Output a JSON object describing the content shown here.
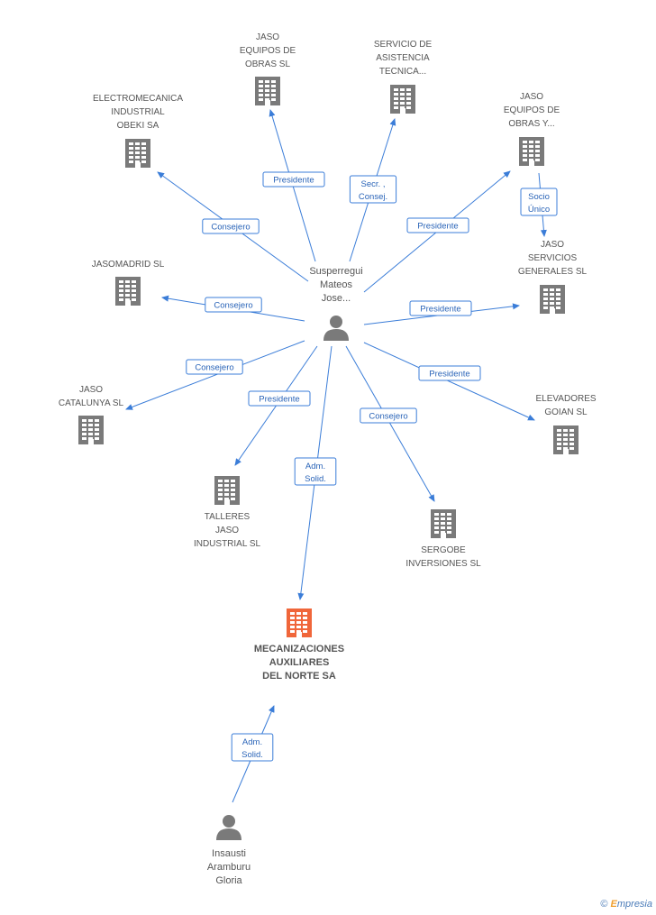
{
  "nodes": [
    {
      "id": "electromecanica",
      "kind": "company",
      "label": [
        "ELECTROMECANICA",
        "INDUSTRIAL",
        "OBEKI SA"
      ]
    },
    {
      "id": "jaso_equipos",
      "kind": "company",
      "label": [
        "JASO",
        "EQUIPOS DE",
        "OBRAS SL"
      ]
    },
    {
      "id": "servicio",
      "kind": "company",
      "label": [
        "SERVICIO DE",
        "ASISTENCIA",
        "TECNICA..."
      ]
    },
    {
      "id": "jaso_equipos_y",
      "kind": "company",
      "label": [
        "JASO",
        "EQUIPOS DE",
        "OBRAS Y..."
      ]
    },
    {
      "id": "jasomadrid",
      "kind": "company",
      "label": [
        "JASOMADRID SL"
      ]
    },
    {
      "id": "jaso_servicios",
      "kind": "company",
      "label": [
        "JASO",
        "SERVICIOS",
        "GENERALES SL"
      ]
    },
    {
      "id": "jaso_catalunya",
      "kind": "company",
      "label": [
        "JASO",
        "CATALUNYA SL"
      ]
    },
    {
      "id": "elevadores",
      "kind": "company",
      "label": [
        "ELEVADORES",
        "GOIAN SL"
      ]
    },
    {
      "id": "talleres",
      "kind": "company",
      "label": [
        "TALLERES",
        "JASO",
        "INDUSTRIAL SL"
      ]
    },
    {
      "id": "sergobe",
      "kind": "company",
      "label": [
        "SERGOBE",
        "INVERSIONES SL"
      ]
    },
    {
      "id": "mecanizaciones",
      "kind": "company",
      "focus": true,
      "label": [
        "MECANIZACIONES",
        "AUXILIARES",
        "DEL NORTE SA"
      ]
    },
    {
      "id": "susperregui",
      "kind": "person",
      "label": [
        "Susperregui",
        "Mateos",
        "Jose..."
      ]
    },
    {
      "id": "insausti",
      "kind": "person",
      "label": [
        "Insausti",
        "Aramburu",
        "Gloria"
      ]
    }
  ],
  "edges": [
    {
      "from": "susperregui",
      "to": "electromecanica",
      "label": [
        "Consejero"
      ]
    },
    {
      "from": "susperregui",
      "to": "jaso_equipos",
      "label": [
        "Presidente"
      ]
    },
    {
      "from": "susperregui",
      "to": "servicio",
      "label": [
        "Secr. ,",
        "Consej."
      ]
    },
    {
      "from": "susperregui",
      "to": "jaso_equipos_y",
      "label": [
        "Presidente"
      ]
    },
    {
      "from": "jaso_equipos_y",
      "to": "jaso_servicios",
      "label": [
        "Socio",
        "Único"
      ]
    },
    {
      "from": "susperregui",
      "to": "jasomadrid",
      "label": [
        "Consejero"
      ]
    },
    {
      "from": "susperregui",
      "to": "jaso_servicios",
      "label": [
        "Presidente"
      ]
    },
    {
      "from": "susperregui",
      "to": "jaso_catalunya",
      "label": [
        "Consejero"
      ]
    },
    {
      "from": "susperregui",
      "to": "elevadores",
      "label": [
        "Presidente"
      ]
    },
    {
      "from": "susperregui",
      "to": "talleres",
      "label": [
        "Presidente"
      ]
    },
    {
      "from": "susperregui",
      "to": "sergobe",
      "label": [
        "Consejero"
      ]
    },
    {
      "from": "susperregui",
      "to": "mecanizaciones",
      "label": [
        "Adm.",
        "Solid."
      ]
    },
    {
      "from": "insausti",
      "to": "mecanizaciones",
      "label": [
        "Adm.",
        "Solid."
      ]
    }
  ],
  "brand": {
    "symbol": "©",
    "initial": "E",
    "rest": "mpresia"
  },
  "colors": {
    "edge": "#3b7dd8",
    "node": "#7a7a7a",
    "focus_node": "#f0663a"
  }
}
